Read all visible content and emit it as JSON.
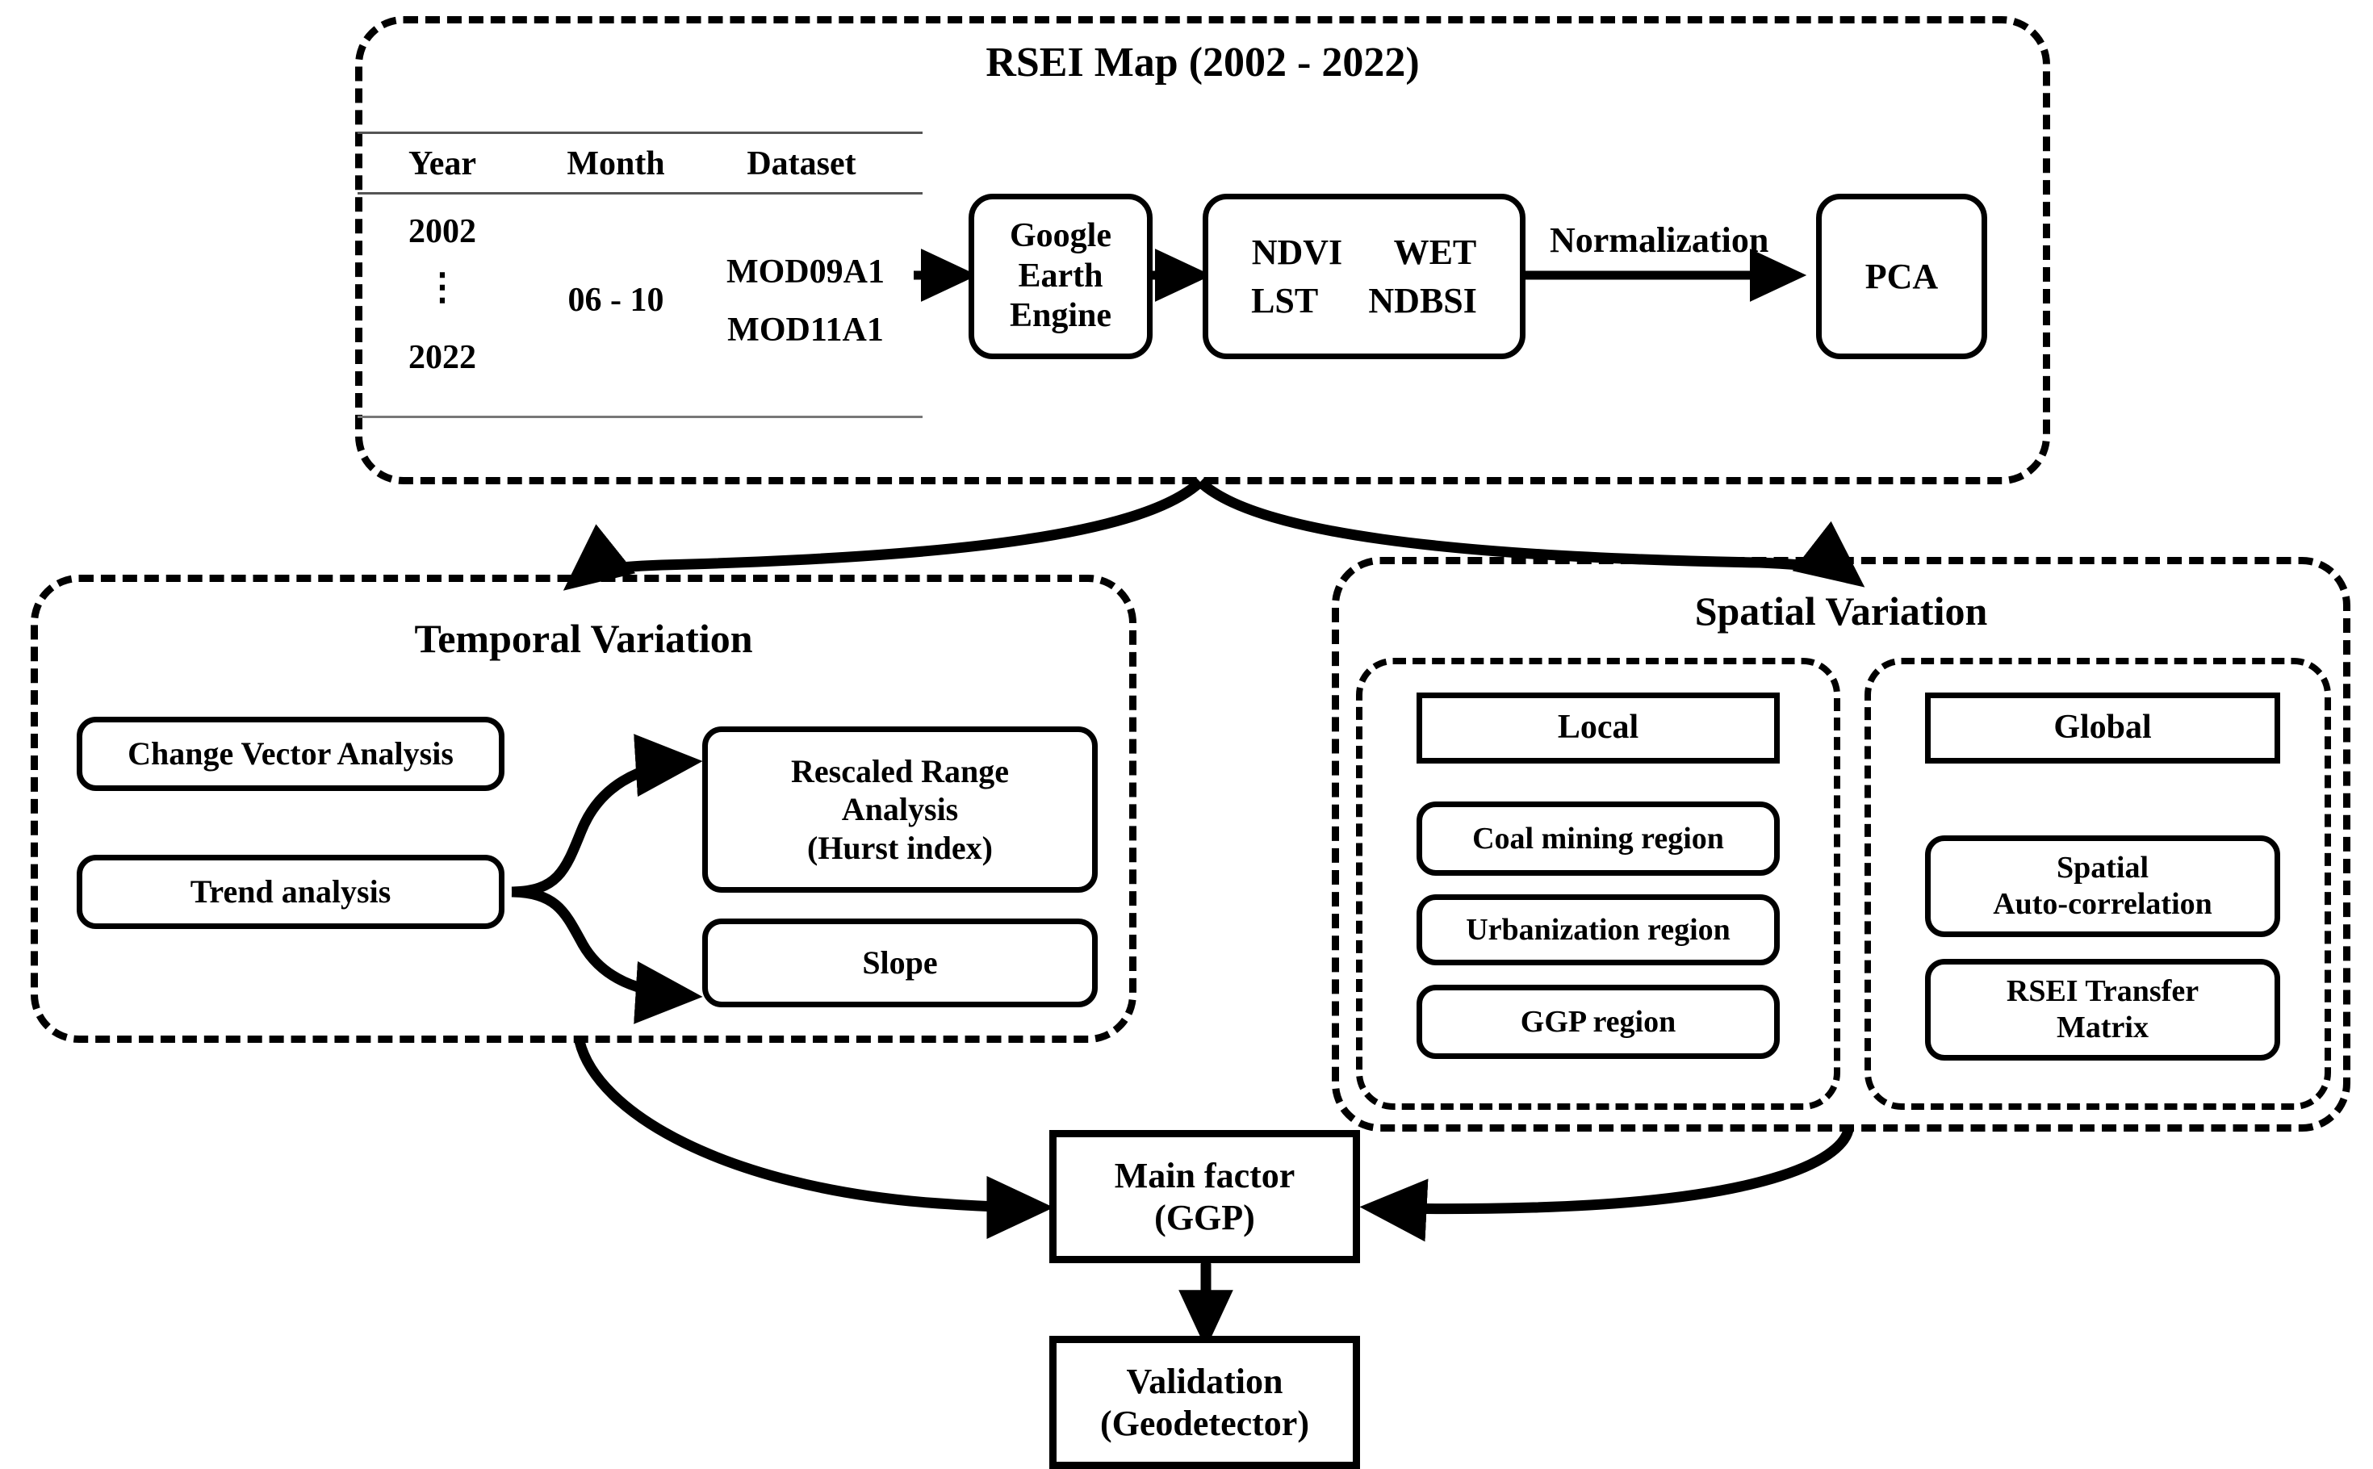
{
  "figure": {
    "type": "flowchart",
    "title": "RSEI Map (2002 - 2022)"
  },
  "top_group": {
    "title": "RSEI Map (2002 - 2022)",
    "table": {
      "headers": [
        "Year",
        "Month",
        "Dataset"
      ],
      "year_first": "2002",
      "year_ellipsis": "⋮",
      "year_last": "2022",
      "month": "06 - 10",
      "dataset_1": "MOD09A1",
      "dataset_2": "MOD11A1"
    },
    "nodes": {
      "gee": "Google\nEarth\nEngine",
      "gee_line1": "Google",
      "gee_line2": "Earth",
      "gee_line3": "Engine",
      "indices_l1c1": "NDVI",
      "indices_l1c2": "WET",
      "indices_l2c1": "LST",
      "indices_l2c2": "NDBSI",
      "pca": "PCA"
    },
    "edges": {
      "normalization": "Normalization"
    }
  },
  "temporal_group": {
    "title": "Temporal Variation",
    "nodes": {
      "change_vector_analysis": "Change Vector Analysis",
      "trend_analysis": "Trend analysis",
      "rescaled_range_l1": "Rescaled Range",
      "rescaled_range_l2": "Analysis",
      "rescaled_range_l3": "(Hurst index)",
      "slope": "Slope"
    }
  },
  "spatial_group": {
    "title": "Spatial Variation",
    "local": {
      "header": "Local",
      "items": [
        "Coal mining region",
        "Urbanization  region",
        "GGP region"
      ]
    },
    "global": {
      "header": "Global",
      "items": [
        {
          "line1": "Spatial",
          "line2": "Auto-correlation"
        },
        {
          "line1": "RSEI Transfer",
          "line2": "Matrix"
        }
      ]
    }
  },
  "bottom_group": {
    "main_factor_l1": "Main factor",
    "main_factor_l2": "(GGP)",
    "validation_l1": "Validation",
    "validation_l2": "(Geodetector)"
  },
  "colors": {
    "stroke": "#000000",
    "background": "#ffffff",
    "rule": "#555555"
  }
}
